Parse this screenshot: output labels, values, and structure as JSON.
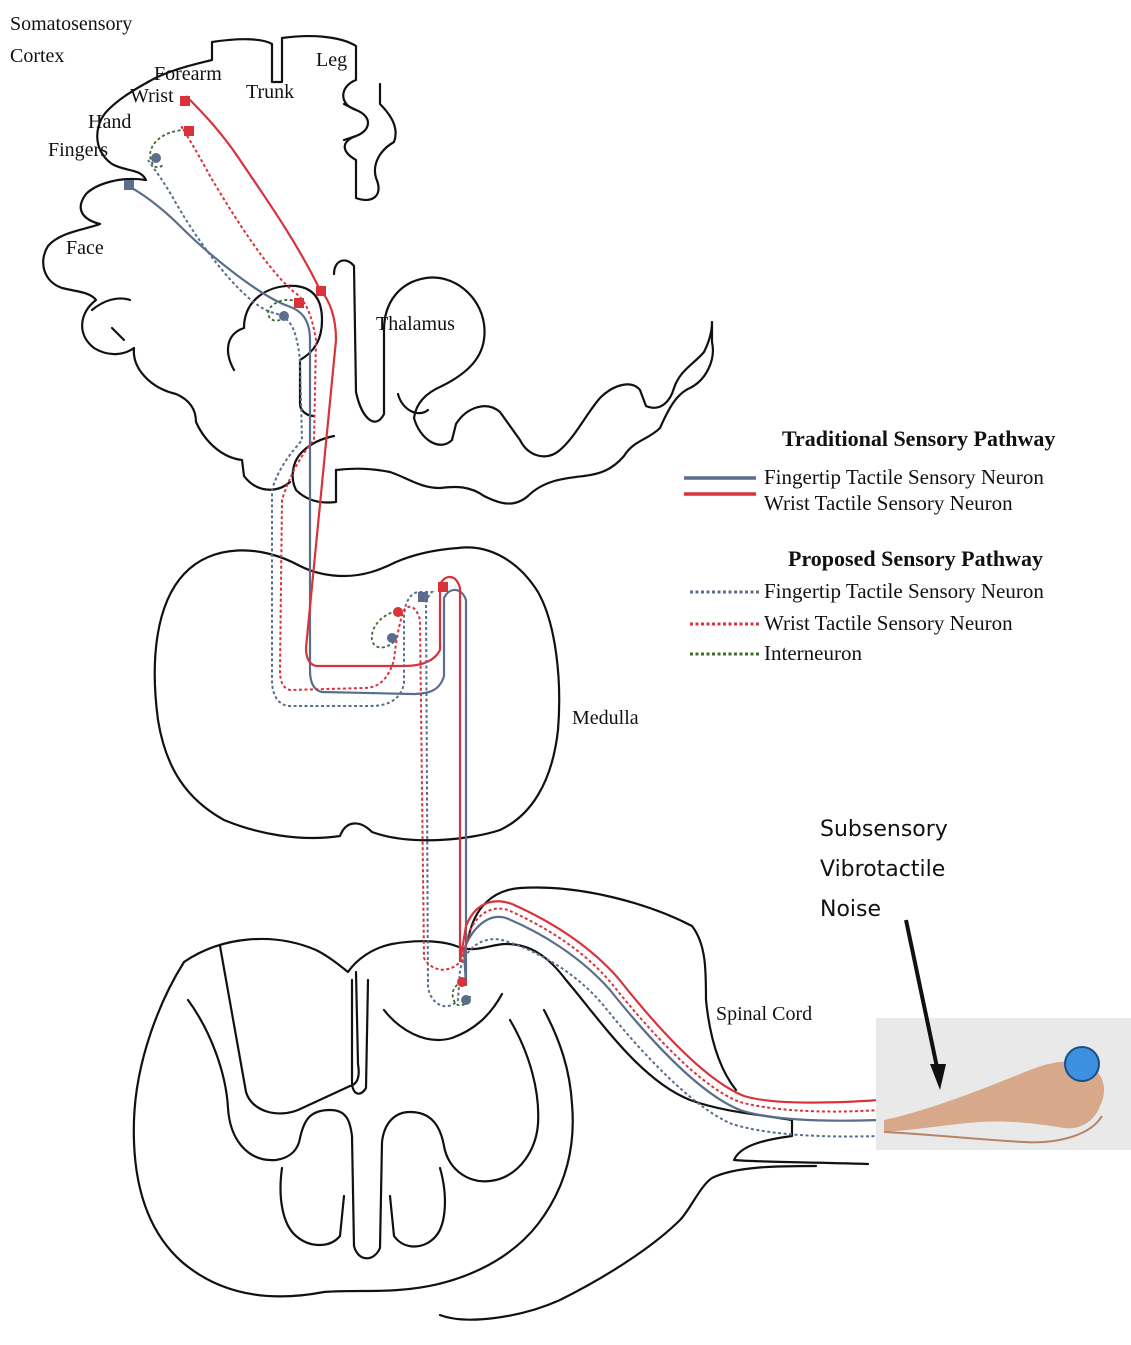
{
  "labels": {
    "somatosensory_cortex_line1": "Somatosensory",
    "somatosensory_cortex_line2": "Cortex",
    "forearm": "Forearm",
    "wrist": "Wrist",
    "trunk": "Trunk",
    "leg": "Leg",
    "hand": "Hand",
    "fingers": "Fingers",
    "face": "Face",
    "thalamus": "Thalamus",
    "medulla": "Medulla",
    "spinal_cord": "Spinal Cord",
    "noise_line1": "Subsensory",
    "noise_line2": "Vibrotactile",
    "noise_line3": "Noise"
  },
  "legend": {
    "traditional_title": "Traditional Sensory Pathway",
    "traditional_fingertip": "Fingertip Tactile Sensory Neuron",
    "traditional_wrist": "Wrist Tactile Sensory Neuron",
    "proposed_title": "Proposed Sensory Pathway",
    "proposed_fingertip": "Fingertip Tactile Sensory Neuron",
    "proposed_wrist": "Wrist Tactile Sensory Neuron",
    "proposed_interneuron": "Interneuron"
  },
  "colors": {
    "fingertip_neuron": "#5a6e8c",
    "wrist_neuron": "#d9323a",
    "interneuron": "#3d6b2c",
    "vibrator": "#3d8fe0",
    "outline": "#111111"
  },
  "icons": {
    "stimulus": "arrow-down-right",
    "vibrator": "vibration-motor-dot",
    "arm": "hand-forearm-photo"
  }
}
